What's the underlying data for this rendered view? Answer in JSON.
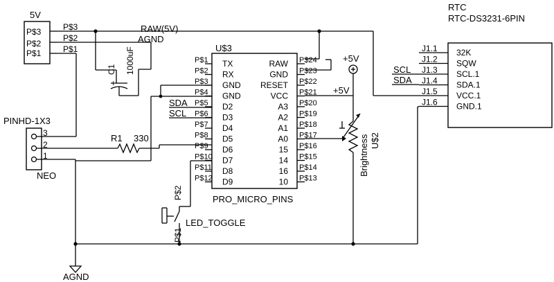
{
  "supply": {
    "title": "5V",
    "pins": [
      "P$3",
      "P$2",
      "P$1"
    ],
    "net_p3": "P$3",
    "net_p2": "P$2",
    "net_p1": "P$1"
  },
  "nets": {
    "raw": "RAW(5V)",
    "agnd_top": "AGND",
    "agnd_bottom": "AGND",
    "plus5v_pot": "+5V",
    "plus5v_vcc": "+5V"
  },
  "capacitor": {
    "ref": "C1",
    "value": "1000uF",
    "plus": "+"
  },
  "neo": {
    "title": "PINHD-1X3",
    "name": "NEO",
    "pins": [
      "3",
      "2",
      "1"
    ]
  },
  "resistor": {
    "ref": "R1",
    "value": "330"
  },
  "mcu": {
    "ref": "U$3",
    "name": "PRO_MICRO_PINS",
    "left_pads": [
      "P$1",
      "P$2",
      "P$3",
      "P$4",
      "P$5",
      "P$6",
      "P$7",
      "P$8",
      "P$9",
      "P$10",
      "P$11",
      "P$12"
    ],
    "left_names": [
      "TX",
      "RX",
      "GND",
      "GND",
      "D2",
      "D3",
      "D4",
      "D5",
      "D6",
      "D7",
      "D8",
      "D9"
    ],
    "right_names": [
      "RAW",
      "GND",
      "RESET",
      "VCC",
      "A3",
      "A2",
      "A1",
      "A0",
      "15",
      "14",
      "16",
      "10"
    ],
    "right_pads": [
      "P$24",
      "P$23",
      "P$22",
      "P$21",
      "P$20",
      "P$19",
      "P$18",
      "P$17",
      "P$16",
      "P$15",
      "P$14",
      "P$13"
    ]
  },
  "bus_labels": {
    "sda_left": "SDA",
    "scl_left": "SCL",
    "scl_right": "SCL",
    "sda_right": "SDA"
  },
  "pot": {
    "ref": "U$2",
    "name": "Brightness"
  },
  "switch": {
    "name": "LED_TOGGLE",
    "pin_top": "P$2",
    "pin_bottom": "P$1"
  },
  "rtc": {
    "title": "RTC",
    "part": "RTC-DS3231-6PIN",
    "pins": [
      "J1.1",
      "J1.2",
      "J1.3",
      "J1.4",
      "J1.5",
      "J1.6"
    ],
    "names": [
      "32K",
      "SQW",
      "SCL.1",
      "SDA.1",
      "VCC.1",
      "GND.1"
    ]
  }
}
